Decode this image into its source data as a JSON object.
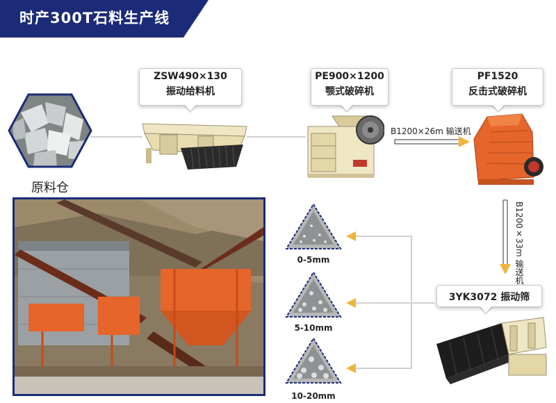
{
  "header": {
    "title": "时产300T石料生产线"
  },
  "raw_bin": {
    "label": "原料仓"
  },
  "equipment": {
    "feeder": {
      "model": "ZSW490×130",
      "name": "振动给料机"
    },
    "jaw_crusher": {
      "model": "PE900×1200",
      "name": "颚式破碎机"
    },
    "impact_crusher": {
      "model": "PF1520",
      "name": "反击式破碎机"
    },
    "screen": {
      "label": "3YK3072  振动筛"
    }
  },
  "conveyors": {
    "horizontal": "B1200×26m 输送机",
    "vertical": "B1200×33m 输送机"
  },
  "products": [
    {
      "label": "0-5mm"
    },
    {
      "label": "5-10mm"
    },
    {
      "label": "10-20mm"
    }
  ],
  "colors": {
    "banner": "#1b2b77",
    "arrow": "#f0b43c",
    "machine_orange": "#e5652a",
    "machine_cream": "#efe6c4",
    "hexagon_stroke": "#1b2b77"
  }
}
